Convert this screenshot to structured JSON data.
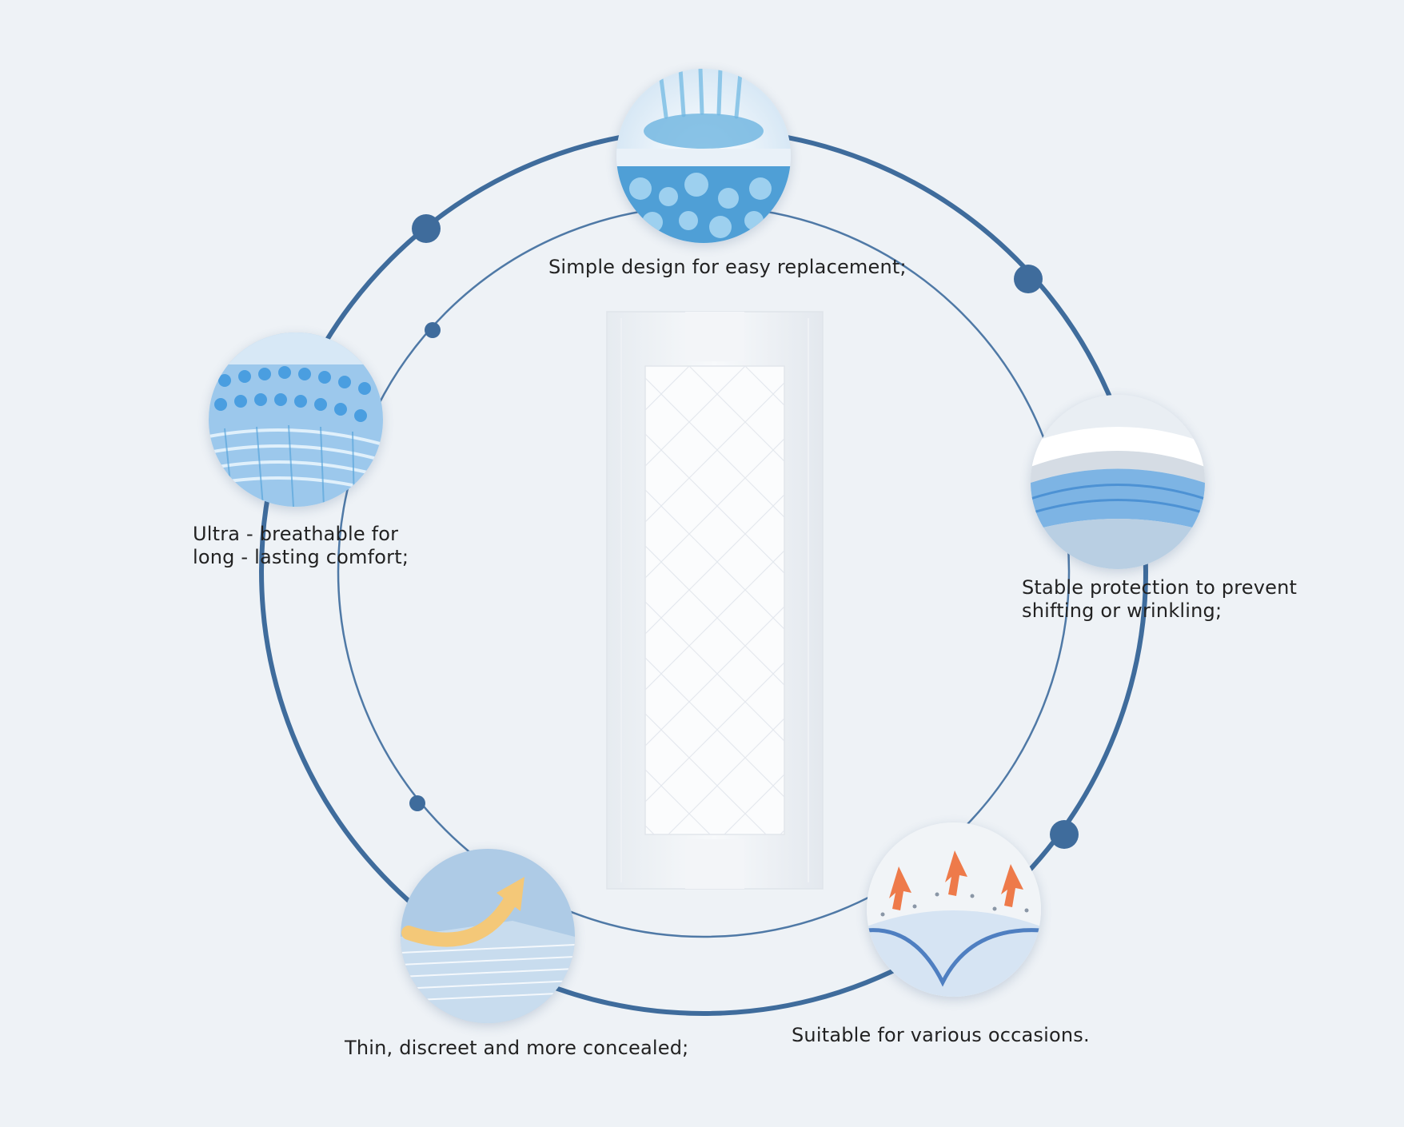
{
  "colors": {
    "background": "#eef2f6",
    "ring_outer": "#3f6c9c",
    "ring_inner": "#4f79a6",
    "text": "#222222"
  },
  "features": [
    {
      "id": "simple-design",
      "icon": "absorbent-core-icon",
      "lines": [
        "Simple design for easy replacement;"
      ]
    },
    {
      "id": "ultra-breathable",
      "icon": "breathable-mesh-icon",
      "lines": [
        "Ultra - breathable for",
        "long - lasting comfort;"
      ]
    },
    {
      "id": "stable-protection",
      "icon": "leak-guard-icon",
      "lines": [
        "Stable protection to prevent",
        "shifting or wrinkling;"
      ]
    },
    {
      "id": "thin-discreet",
      "icon": "thin-layer-icon",
      "lines": [
        "Thin, discreet and more concealed;"
      ]
    },
    {
      "id": "various-occasions",
      "icon": "airflow-icon",
      "lines": [
        "Suitable for various occasions."
      ]
    }
  ]
}
